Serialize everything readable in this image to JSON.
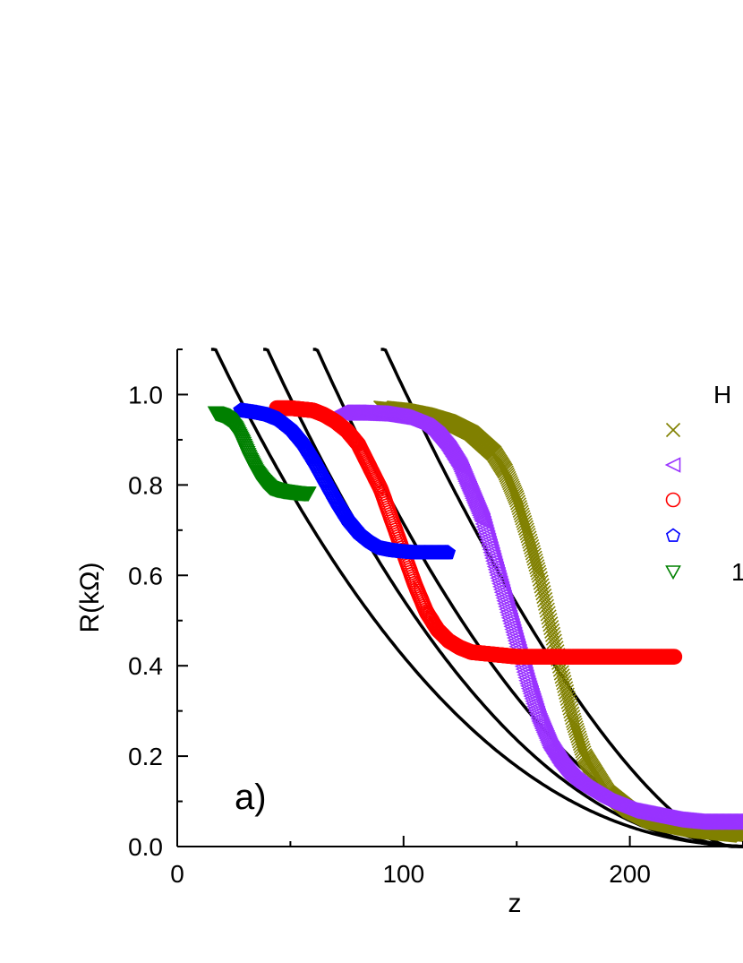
{
  "chart_data": {
    "type": "scatter",
    "xlabel": "z",
    "ylabel": "R(kΩ)",
    "panel_label": "a)",
    "xlim": [
      0,
      250
    ],
    "ylim": [
      0,
      1.1
    ],
    "x_ticks": [
      "0",
      "100",
      "200"
    ],
    "y_ticks": [
      "0.0",
      "0.2",
      "0.4",
      "0.6",
      "0.8",
      "1.0"
    ],
    "legend": {
      "title": "H",
      "visible_labels": [
        "",
        "",
        "",
        "",
        "1"
      ],
      "placement": "right"
    },
    "series": [
      {
        "marker": "x",
        "color": "#808000",
        "x": [
          90,
          100,
          110,
          120,
          130,
          140,
          145,
          150,
          155,
          160,
          165,
          170,
          175,
          180,
          190,
          200,
          210,
          220,
          230,
          240,
          250
        ],
        "y": [
          0.97,
          0.965,
          0.955,
          0.94,
          0.915,
          0.87,
          0.83,
          0.77,
          0.69,
          0.6,
          0.49,
          0.38,
          0.28,
          0.2,
          0.12,
          0.08,
          0.055,
          0.045,
          0.035,
          0.03,
          0.025
        ]
      },
      {
        "marker": "triangle-left",
        "color": "#9933ff",
        "x": [
          72,
          80,
          90,
          100,
          110,
          115,
          120,
          125,
          130,
          135,
          140,
          145,
          150,
          155,
          160,
          165,
          170,
          175,
          180,
          190,
          200,
          210,
          220,
          230,
          240,
          250
        ],
        "y": [
          0.96,
          0.96,
          0.958,
          0.95,
          0.93,
          0.91,
          0.88,
          0.84,
          0.78,
          0.72,
          0.63,
          0.54,
          0.45,
          0.36,
          0.28,
          0.22,
          0.18,
          0.15,
          0.13,
          0.1,
          0.08,
          0.07,
          0.06,
          0.055,
          0.055,
          0.055
        ]
      },
      {
        "marker": "circle",
        "color": "#ff0000",
        "x": [
          44,
          50,
          60,
          65,
          70,
          75,
          80,
          85,
          90,
          95,
          100,
          105,
          110,
          115,
          120,
          125,
          130,
          140,
          150,
          160,
          170,
          180,
          190,
          200,
          210,
          220
        ],
        "y": [
          0.97,
          0.97,
          0.965,
          0.955,
          0.94,
          0.92,
          0.89,
          0.84,
          0.79,
          0.72,
          0.65,
          0.58,
          0.52,
          0.48,
          0.455,
          0.44,
          0.43,
          0.425,
          0.42,
          0.42,
          0.42,
          0.42,
          0.42,
          0.42,
          0.42,
          0.42
        ]
      },
      {
        "marker": "pentagon",
        "color": "#0000ff",
        "x": [
          28,
          35,
          40,
          45,
          50,
          55,
          60,
          65,
          70,
          75,
          80,
          85,
          90,
          95,
          100,
          105,
          110,
          115,
          120
        ],
        "y": [
          0.965,
          0.96,
          0.955,
          0.945,
          0.925,
          0.895,
          0.855,
          0.81,
          0.765,
          0.725,
          0.695,
          0.675,
          0.66,
          0.655,
          0.652,
          0.65,
          0.65,
          0.65,
          0.65
        ]
      },
      {
        "marker": "triangle-down",
        "color": "#008000",
        "x": [
          17,
          20,
          23,
          26,
          29,
          32,
          35,
          38,
          41,
          44,
          47,
          50,
          53,
          56,
          58
        ],
        "y": [
          0.96,
          0.955,
          0.945,
          0.925,
          0.895,
          0.86,
          0.83,
          0.81,
          0.795,
          0.79,
          0.787,
          0.785,
          0.783,
          0.782,
          0.782
        ]
      }
    ],
    "fit_curves": [
      {
        "color": "#000000",
        "z0": 260,
        "a": 0.0,
        "b": 1.5,
        "p": 2.4
      },
      {
        "color": "#000000",
        "z0": 260,
        "a": 0.0,
        "b": 1.5,
        "p": 2.4
      },
      {
        "color": "#000000",
        "z0": 260,
        "a": 0.0,
        "b": 1.5,
        "p": 2.4
      },
      {
        "color": "#000000",
        "z0": 260,
        "a": 0.0,
        "b": 1.5,
        "p": 2.4
      }
    ]
  }
}
